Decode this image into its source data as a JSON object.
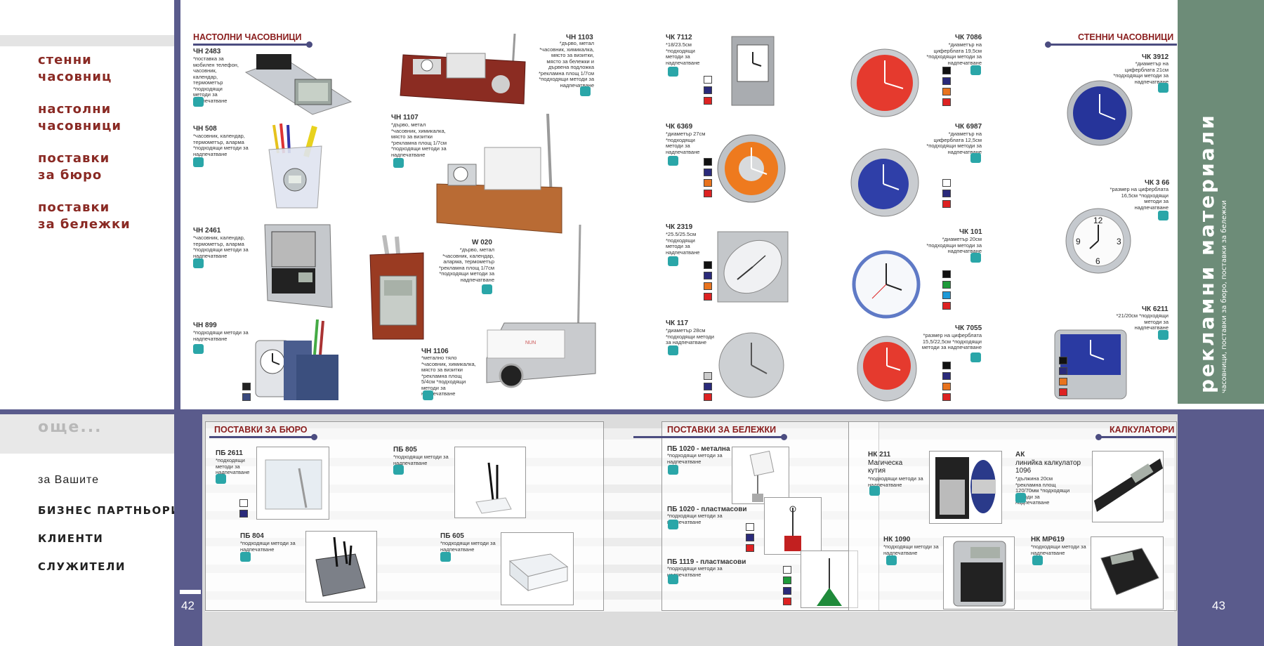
{
  "nav": {
    "items": [
      {
        "line1": "стенни",
        "line2": "часовниц"
      },
      {
        "line1": "настолни",
        "line2": "часовници"
      },
      {
        "line1": "поставки",
        "line2": "за бюро"
      },
      {
        "line1": "поставки",
        "line2": "за бележки"
      }
    ],
    "more": "още...",
    "for_your": "за Вашите",
    "partners": "БИЗНЕС ПАРТНЬОРИ",
    "clients": "КЛИЕНТИ",
    "employees": "СЛУЖИТЕЛИ"
  },
  "pages": {
    "left": "42",
    "right": "43"
  },
  "side_strip": {
    "title": "рекламни материали",
    "subtitle": "часовници, поставки за бюро, поставки за бележки"
  },
  "desk_clocks": {
    "title": "НАСТОЛНИ ЧАСОВНИЦИ",
    "items": [
      {
        "code": "ЧН 2483",
        "desc": "*поставка за мобилен телефон, часовник, календар, термометър *подходящи методи за надпечатване"
      },
      {
        "code": "ЧН 508",
        "desc": "*часовник, календар, термометър, аларма *подходящи методи за надпечатване"
      },
      {
        "code": "ЧН 2461",
        "desc": "*часовник, календар, термометър, аларма *подходящи методи за надпечатване"
      },
      {
        "code": "ЧН 899",
        "desc": "*подходящи методи за надпечатване"
      },
      {
        "code": "ЧН 1103",
        "desc": "*дърво, метал *часовник, химикалка, място за визитки, място за бележки и дървена подложка *рекламна площ 1/7см *подходящи методи за надпечатване"
      },
      {
        "code": "ЧН 1107",
        "desc": "*дърво, метал *часовник, химикалка, място за визитки *рекламна площ 1/7см *подходящи методи за надпечатване"
      },
      {
        "code": "W 020",
        "desc": "*дърво, метал *часовник, календар, аларма, термометър *рекламна площ 1/7см *подходящи методи за надпечатване"
      },
      {
        "code": "ЧН 1106",
        "desc": "*метално тяло *часовник, химикалка, място за визитки *рекламна площ 5/4см *подходящи методи за надпечатване"
      }
    ]
  },
  "wall_clocks_a": [
    {
      "code": "ЧК 7112",
      "desc": "*18/23.5см *подходящи методи за надпечатване"
    },
    {
      "code": "ЧК 6369",
      "desc": "*диаметър 27см *подходящи методи за надпечатване"
    },
    {
      "code": "ЧК 2319",
      "desc": "*25.5/25.5см *подходящи методи за надпечатване"
    },
    {
      "code": "ЧК 117",
      "desc": "*диаметър 28см *подходящи методи за надпечатване"
    }
  ],
  "wall_clocks_b": [
    {
      "code": "ЧК 7086",
      "desc": "*диаметър на циферблата 19,5см *подходящи методи за надпечатване"
    },
    {
      "code": "ЧК 6987",
      "desc": "*диаметър на циферблата 12,5см *подходящи методи за надпечатване"
    },
    {
      "code": "ЧК 101",
      "desc": "*диаметър 20см *подходящи методи за надпечатване"
    },
    {
      "code": "ЧК 7055",
      "desc": "*размер на циферблата 15,5/22,5см *подходящи методи за надпечатване"
    }
  ],
  "wall_clocks": {
    "title": "СТЕННИ ЧАСОВНИЦИ",
    "items": [
      {
        "code": "ЧК 3912",
        "desc": "*диаметър на циферблата 21см *подходящи методи за надпечатване"
      },
      {
        "code": "ЧК 3 66",
        "desc": "*размер на циферблата 16,5см *подходящи методи за надпечатване"
      },
      {
        "code": "ЧК 6211",
        "desc": "*21/20см *подходящи методи за надпечатване"
      }
    ]
  },
  "desk_stands": {
    "title": "ПОСТАВКИ ЗА БЮРО",
    "items": [
      {
        "code": "ПБ 2611",
        "desc": "*подходящи методи за надпечатване"
      },
      {
        "code": "ПБ 805",
        "desc": "*подходящи методи за надпечатване"
      },
      {
        "code": "ПБ 804",
        "desc": "*подходящи методи за надпечатване"
      },
      {
        "code": "ПБ 605",
        "desc": "*подходящи методи за надпечатване"
      }
    ]
  },
  "note_stands": {
    "title": "ПОСТАВКИ ЗА БЕЛЕЖКИ",
    "items": [
      {
        "code": "ПБ 1020 - метална",
        "desc": "*подходящи методи за надпечатване"
      },
      {
        "code": "ПБ 1020 - пластмасови",
        "desc": "*подходящи методи за надпечатване"
      },
      {
        "code": "ПБ 1119 - пластмасови",
        "desc": "*подходящи методи за надпечатване"
      }
    ]
  },
  "calculators": {
    "title": "КАЛКУЛАТОРИ",
    "items": [
      {
        "code": "НК 211",
        "name": "Магическа кутия",
        "desc": "*подходящи методи за надпечатване"
      },
      {
        "code": "АК",
        "name": "линийка калкулатор 1096",
        "desc": "*дължина 20см *рекламна площ 120/70мм *подходящи методи за надпечатване"
      },
      {
        "code": "НК 1090",
        "desc": "*подходящи методи за надпечатване"
      },
      {
        "code": "НК МР619",
        "desc": "*подходящи методи за надпечатване"
      }
    ]
  },
  "colors": {
    "accent_blue": "#4b4c80",
    "title_red": "#8a1e1e",
    "teal": "#2aa6a8",
    "strip_green": "#6d8c78"
  }
}
